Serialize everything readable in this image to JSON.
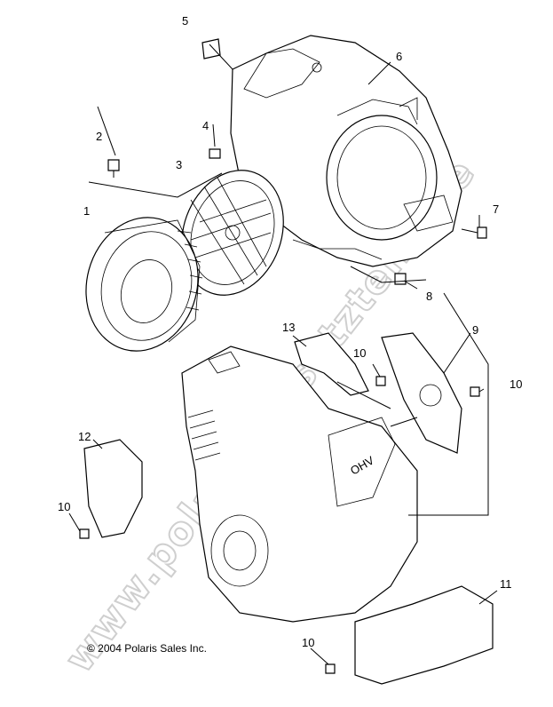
{
  "copyright": "© 2004 Polaris Sales Inc.",
  "watermark": "www.polaris-ersatzteile.de",
  "engine_label": "OHV",
  "callouts": {
    "c1": "1",
    "c2": "2",
    "c3": "3",
    "c4": "4",
    "c5": "5",
    "c6": "6",
    "c7": "7",
    "c8": "8",
    "c9": "9",
    "c10a": "10",
    "c10b": "10",
    "c10c": "10",
    "c10d": "10",
    "c11": "11",
    "c12": "12",
    "c13": "13"
  }
}
